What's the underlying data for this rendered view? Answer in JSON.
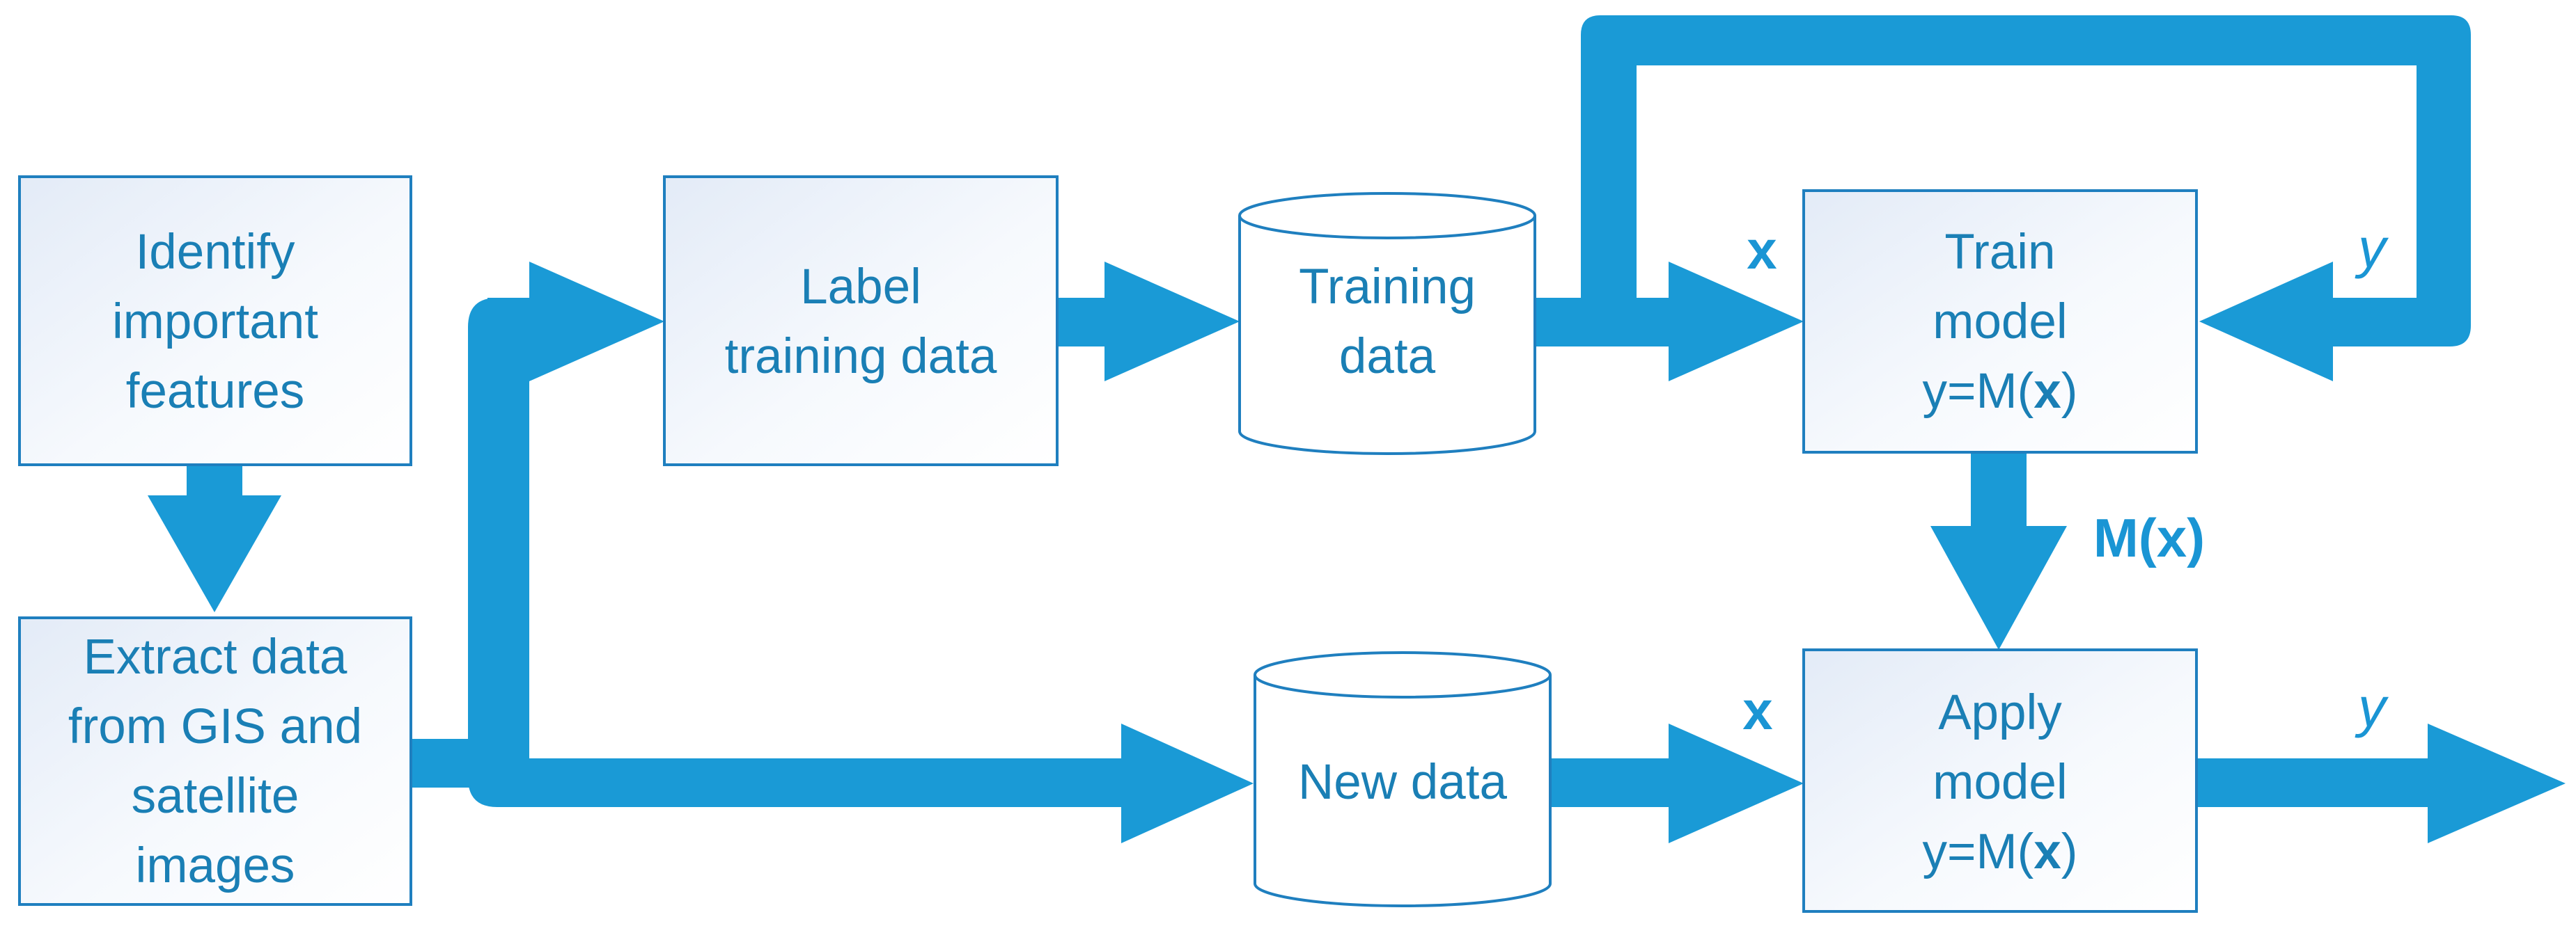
{
  "colors": {
    "arrow": "#1a9ad6",
    "box_border": "#1f7fbf",
    "box_fill_light": "#ffffff",
    "box_fill_tint": "#e6eef8",
    "text": "#1a7fb5"
  },
  "nodes": {
    "identify": {
      "lines": [
        "Identify",
        "important",
        "features"
      ]
    },
    "extract": {
      "lines": [
        "Extract data",
        "from GIS and",
        "satellite",
        "images"
      ]
    },
    "label": {
      "lines": [
        "Label",
        "training data"
      ]
    },
    "training_data": {
      "lines": [
        "Training",
        "data"
      ]
    },
    "new_data": {
      "lines": [
        "New data"
      ]
    },
    "train": {
      "lines": [
        "Train",
        "model",
        "y=M(",
        "x",
        ")"
      ]
    },
    "apply": {
      "lines": [
        "Apply",
        "model",
        "y=M(",
        "x",
        ")"
      ]
    }
  },
  "edge_labels": {
    "train_x": "x",
    "train_y": "y",
    "model_mx_prefix": "M(",
    "model_mx_x": "x",
    "model_mx_suffix": ")",
    "apply_x": "x",
    "apply_y": "y"
  }
}
